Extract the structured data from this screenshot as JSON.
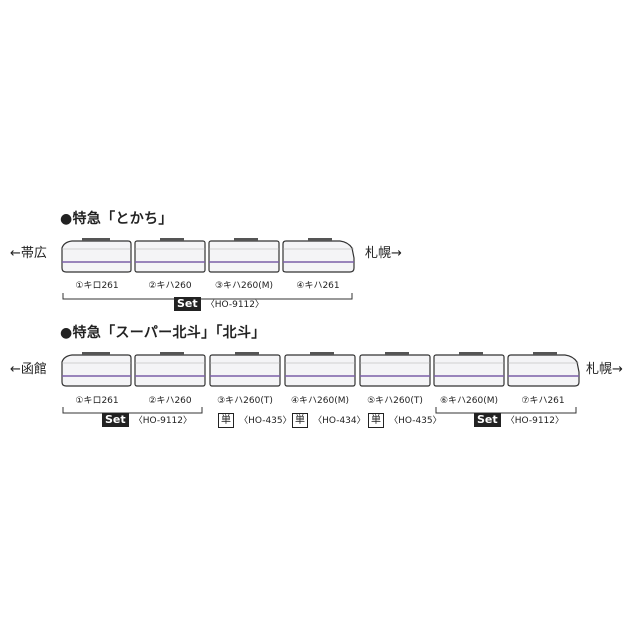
{
  "formation1": {
    "title": "●特急「とかち」",
    "left_dest": "←帯広",
    "right_dest": "札幌→",
    "cars": [
      "①キロ261",
      "②キハ260",
      "③キハ260(M)",
      "④キハ261"
    ],
    "set_label": "Set",
    "set_code": "〈HO-9112〉"
  },
  "formation2": {
    "title": "●特急「スーパー北斗」「北斗」",
    "left_dest": "←函館",
    "right_dest": "札幌→",
    "cars": [
      "①キロ261",
      "②キハ260",
      "③キハ260(T)",
      "④キハ260(M)",
      "⑤キハ260(T)",
      "⑥キハ260(M)",
      "⑦キハ261"
    ],
    "set_label": "Set",
    "set_code_a": "〈HO-9112〉",
    "single_label": "単",
    "single_code_3": "〈HO-435〉",
    "single_code_4": "〈HO-434〉",
    "single_code_5": "〈HO-435〉",
    "set_code_b": "〈HO-9112〉"
  },
  "colors": {
    "line": "#333333",
    "stripe": "#7b5ea7",
    "body": "#f4f4f6",
    "roof": "#dcdce2"
  }
}
